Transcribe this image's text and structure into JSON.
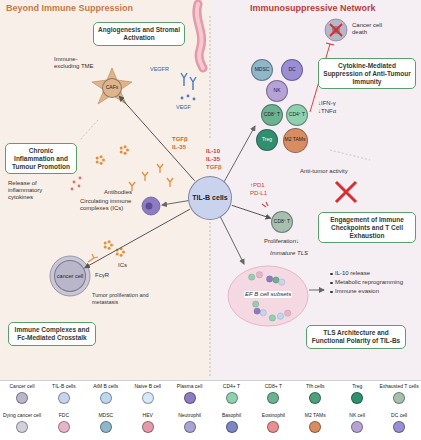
{
  "diagram": {
    "nodes": [
      {
        "text": [
          "TIL-B cells"
        ]
      },
      {
        "text": [
          "Angiogenesis and Stromal Activation"
        ]
      },
      {
        "text": [
          "Cytokine-Mediated Suppression of Anti-Tumour Immunity"
        ]
      },
      {
        "text": [
          "Chronic Inflammation and Tumour Promotion"
        ]
      },
      {
        "text": [
          "Engagement of Immune Checkpoints and T Cell Exhaustion"
        ]
      },
      {
        "text": [
          "Immune Complexes and Fc-Mediated Crosstalk"
        ]
      },
      {
        "text": [
          "TLS Architecture and Functional Polarity of TIL-Bs"
        ]
      },
      {
        "text": [
          "CAFs"
        ]
      },
      {
        "text": [
          "MDSC"
        ]
      },
      {
        "text": [
          "DC"
        ]
      },
      {
        "text": [
          "NK"
        ]
      },
      {
        "text": [
          "CD8⁺ T"
        ]
      },
      {
        "text": [
          "CD4⁺ T"
        ]
      },
      {
        "text": [
          "Treg"
        ]
      },
      {
        "text": [
          "M2 TAMs"
        ]
      },
      {
        "text": [
          "CD8⁺ T"
        ]
      },
      {
        "text": [
          "cancer cell"
        ]
      }
    ],
    "edges": [
      {
        "from": 0,
        "to": 7,
        "arrow": "to"
      },
      {
        "from": 0,
        "to": 15,
        "arrow": "to"
      },
      {
        "from": 0,
        "to": 16,
        "arrow": "to"
      }
    ],
    "labels": [
      "Beyond Immune Suppression",
      "Immunosuppressive Network",
      "Immune-excluding TME",
      "VEGFR",
      "VEGF",
      "TGFβ",
      "IL-35",
      "Cancer cell death",
      "↓IFN-γ",
      "↓TNFα",
      "IL-10",
      "IL-35",
      "TGFβ",
      "Anti-tumor activity",
      "↑PD1",
      "PD-L1",
      "Proliferation↓",
      "Antibodies",
      "Release of inflammatory cytokines",
      "Circulating immune complexes (ICs)",
      "ICs",
      "FcγR",
      "Tumor proliferation and metastasis",
      "Immature TLS",
      "EF B cell subsets",
      "IL-10 release",
      "Metabolic reprogramming",
      "Immune evasion"
    ],
    "legend": [
      {
        "text": "Cancer cell",
        "color": "#b9b6c9"
      },
      {
        "text": "TIL-B cells",
        "color": "#c9d3ee"
      },
      {
        "text": "AtM B cells",
        "color": "#bcd7ee"
      },
      {
        "text": "Naive B cell",
        "color": "#d8e8f6"
      },
      {
        "text": "Plasma cell",
        "color": "#8e7cc3"
      },
      {
        "text": "CD4+ T",
        "color": "#8fd0ad"
      },
      {
        "text": "CD8+ T",
        "color": "#6bb38f"
      },
      {
        "text": "Tfh cells",
        "color": "#4f9e7c"
      },
      {
        "text": "Treg",
        "color": "#2f8f6e"
      },
      {
        "text": "Exhausted T cells",
        "color": "#a7bfae"
      },
      {
        "text": "Dying cancer cell",
        "color": "#d2d0da"
      },
      {
        "text": "FDC",
        "color": "#e8b4c8"
      },
      {
        "text": "MDSC",
        "color": "#8fb6c9"
      },
      {
        "text": "HEV",
        "color": "#e39aa9"
      },
      {
        "text": "Neutrophil",
        "color": "#a9a3d6"
      },
      {
        "text": "Basophil",
        "color": "#7c87c4"
      },
      {
        "text": "Eosinophil",
        "color": "#e88f8f"
      },
      {
        "text": "M2 TAMs",
        "color": "#d98c5f"
      },
      {
        "text": "NK cell",
        "color": "#b7a2d6"
      },
      {
        "text": "DC cell",
        "color": "#9a8fd6"
      }
    ]
  }
}
